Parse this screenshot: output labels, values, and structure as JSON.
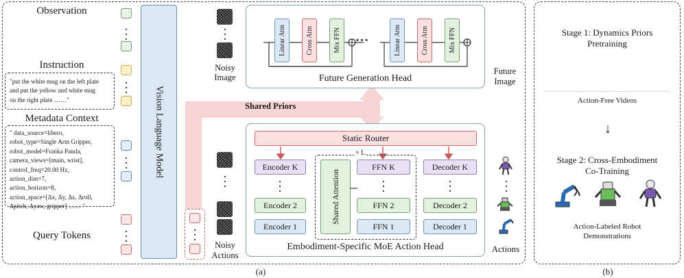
{
  "left": {
    "observation": "Observation",
    "instruction": "Instruction",
    "instruction_text": [
      "\"put the white mug on the left plate",
      "and put the yellow and white mug",
      "on the right plate ……\""
    ],
    "metadata": "Metadata Context",
    "metadata_text": [
      "\" data_source=libero,",
      "robot_type=Single Arm Gripper,",
      "robot_model=Franka Panda,",
      "camera_views=[main, wrist],",
      "control_freq=20.00 Hz,",
      "action_dim=7,",
      "action_horizon=8,",
      "action_space=[Δx, Δy, Δz, Δroll,",
      "Δpitch, Δyaw, gripper] …… \""
    ],
    "query_tokens": "Query Tokens",
    "vlm": "Vision Language Model"
  },
  "future_head": {
    "title": "Future Generation Head",
    "block": [
      "Linear Attn",
      "Cross Attn",
      "Mix FFN"
    ],
    "plus": "⊕",
    "ellipsis": "• • •",
    "noisy_image": [
      "Noisy",
      "Image"
    ],
    "future_image": [
      "Future",
      "Image"
    ]
  },
  "shared_priors": "Shared Priors",
  "moe_head": {
    "title": "Embodiment-Specific MoE Action Head",
    "router": "Static Router",
    "times_l": "× L",
    "encoder": [
      "Encoder K",
      "Encoder 2",
      "Encoder 1"
    ],
    "ffn": [
      "FFN K",
      "FFN 2",
      "FFN 1"
    ],
    "decoder": [
      "Decoder K",
      "Decoder 2",
      "Decoder 1"
    ],
    "shared_attention": "Shared Attention",
    "noisy_actions": [
      "Noisy",
      "Actions"
    ],
    "actions": "Actions"
  },
  "right": {
    "stage1": [
      "Stage 1: Dynamics Priors",
      "Pretraining"
    ],
    "action_free": "Action-Free Videos",
    "arrow": "↓",
    "stage2": [
      "Stage 2: Cross-Embodiment",
      "Co-Training"
    ],
    "action_labeled": [
      "Action-Labeled Robot",
      "Demonstrations"
    ]
  },
  "captions": {
    "a": "(a)",
    "b": "(b)"
  },
  "colors": {
    "accent_pink": "#f6d4d4",
    "arrow_red": "#c95a5a",
    "panel_border": "#7ea0b9"
  }
}
